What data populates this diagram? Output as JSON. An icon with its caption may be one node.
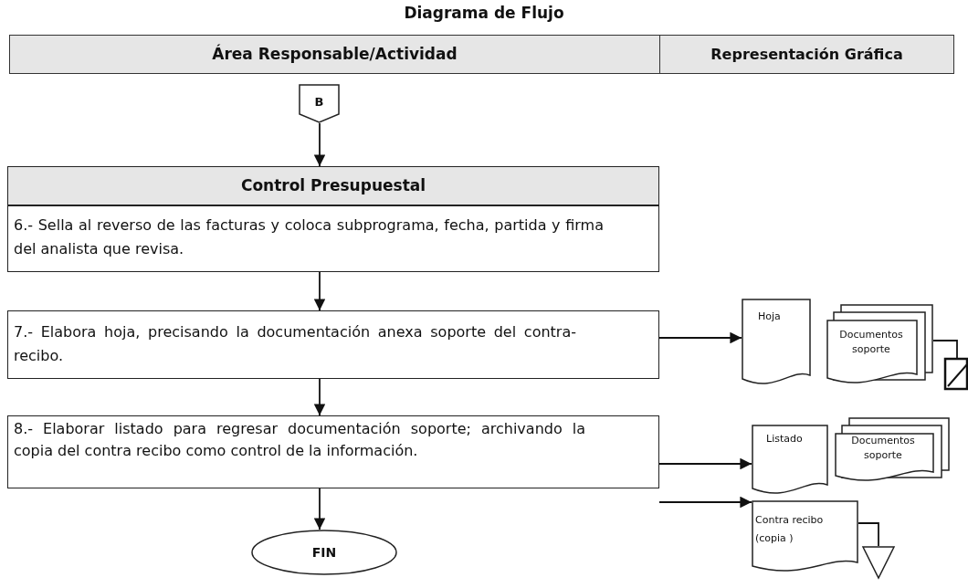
{
  "diagram": {
    "title": "Diagrama de Flujo",
    "nodes": [
      {
        "text": [
          "B"
        ]
      },
      {
        "text": [
          "Control Presupuestal"
        ]
      },
      {
        "text": [
          "6.- Sella al reverso de las facturas y coloca subprograma, fecha, partida y firma del analista que revisa."
        ]
      },
      {
        "text": [
          "7.- Elabora hoja, precisando la documentación anexa soporte del contra-recibo."
        ]
      },
      {
        "text": [
          "Hoja"
        ]
      },
      {
        "text": [
          "Documentos soporte"
        ]
      },
      {
        "text": [],
        "shape": "box"
      },
      {
        "text": [
          "8.- Elaborar listado para regresar documentación soporte; archivando la copia del contra recibo como control de la información."
        ]
      },
      {
        "text": [
          "Listado"
        ]
      },
      {
        "text": [
          "Documentos soporte"
        ]
      },
      {
        "text": [
          "Contra recibo (copia )"
        ]
      },
      {
        "text": [],
        "shape": "triangle"
      },
      {
        "text": [
          "FIN"
        ]
      }
    ],
    "edges": [
      {
        "from": 0,
        "to": 1,
        "arrow": "to"
      },
      {
        "from": 2,
        "to": 3,
        "arrow": "to"
      },
      {
        "from": 3,
        "to": 4,
        "arrow": "to"
      },
      {
        "from": 5,
        "to": 6,
        "arrow": "none"
      },
      {
        "from": 3,
        "to": 7,
        "arrow": "to"
      },
      {
        "from": 7,
        "to": 8,
        "arrow": "to"
      },
      {
        "from": 7,
        "to": 10,
        "arrow": "to"
      },
      {
        "from": 10,
        "to": 11,
        "arrow": "none"
      },
      {
        "from": 7,
        "to": 12,
        "arrow": "to"
      }
    ],
    "labels": [
      "Área Responsable/Actividad",
      "Representación Gráfica"
    ]
  }
}
